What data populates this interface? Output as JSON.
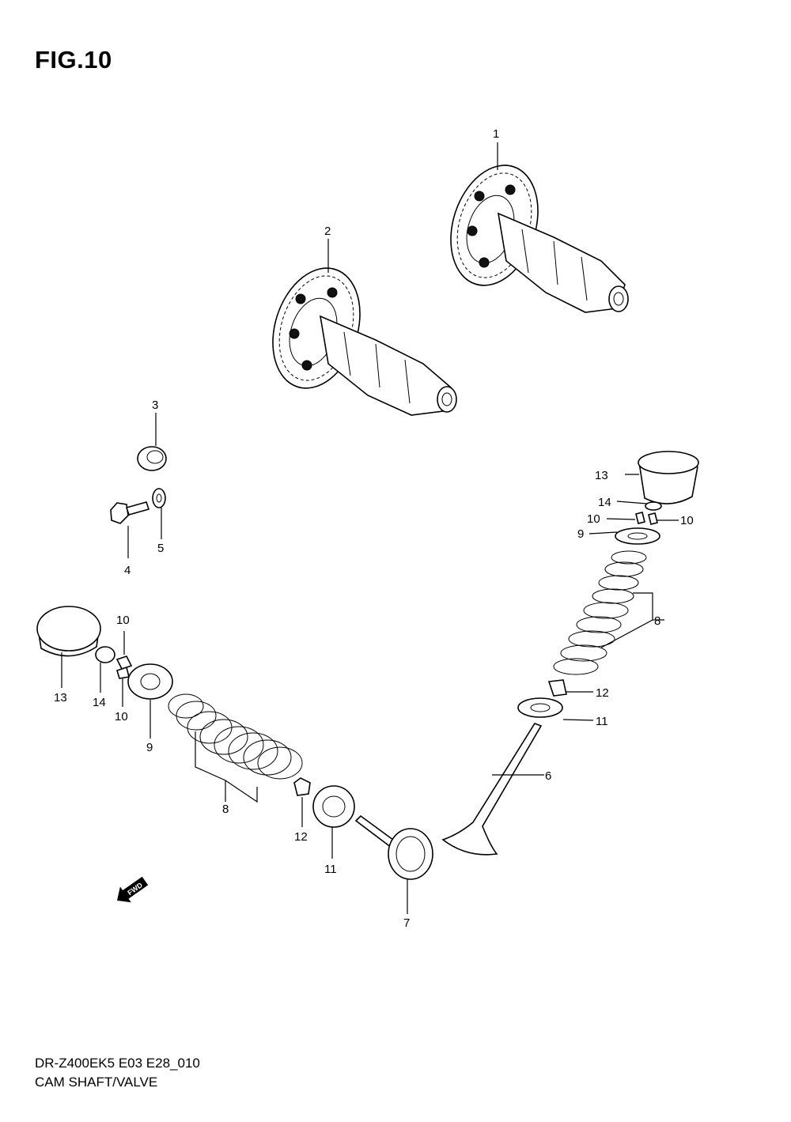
{
  "figure": {
    "title": "FIG.10",
    "footer_line1": "DR-Z400EK5 E03 E28_010",
    "footer_line2": "CAM SHAFT/VALVE"
  },
  "callouts": {
    "c1": "1",
    "c2": "2",
    "c3": "3",
    "c4": "4",
    "c5": "5",
    "c6": "6",
    "c7": "7",
    "c8_right": "8",
    "c8_left": "8",
    "c9_right": "9",
    "c9_left": "9",
    "c10_right_a": "10",
    "c10_right_b": "10",
    "c10_left_a": "10",
    "c10_left_b": "10",
    "c11_right": "11",
    "c11_left": "11",
    "c12_right": "12",
    "c12_left": "12",
    "c13_right": "13",
    "c13_left": "13",
    "c14_right": "14",
    "c14_left": "14"
  },
  "fwd_badge": "FWD",
  "icons": {
    "fwd": "arrow-forward-icon"
  }
}
